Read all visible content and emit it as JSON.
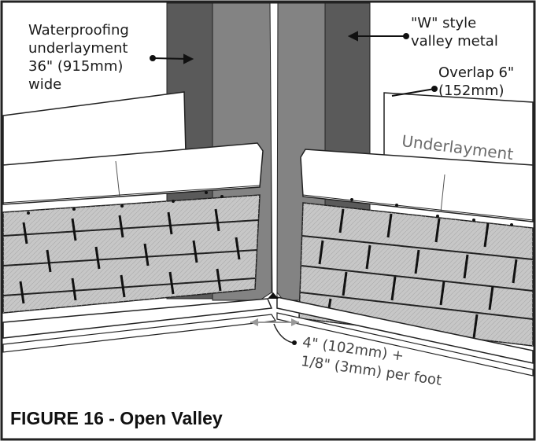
{
  "labels": {
    "waterproofing": [
      "Waterproofing",
      "underlayment",
      "36\" (915mm)",
      "wide"
    ],
    "w_style": [
      "\"W\" style",
      "valley metal"
    ],
    "overlap": [
      "Overlap 6\"",
      "(152mm)"
    ],
    "underlayment": "Underlayment",
    "gap": [
      "4\" (102mm) +",
      "1/8\" (3mm) per foot"
    ]
  },
  "caption": "FIGURE 16 - Open Valley"
}
